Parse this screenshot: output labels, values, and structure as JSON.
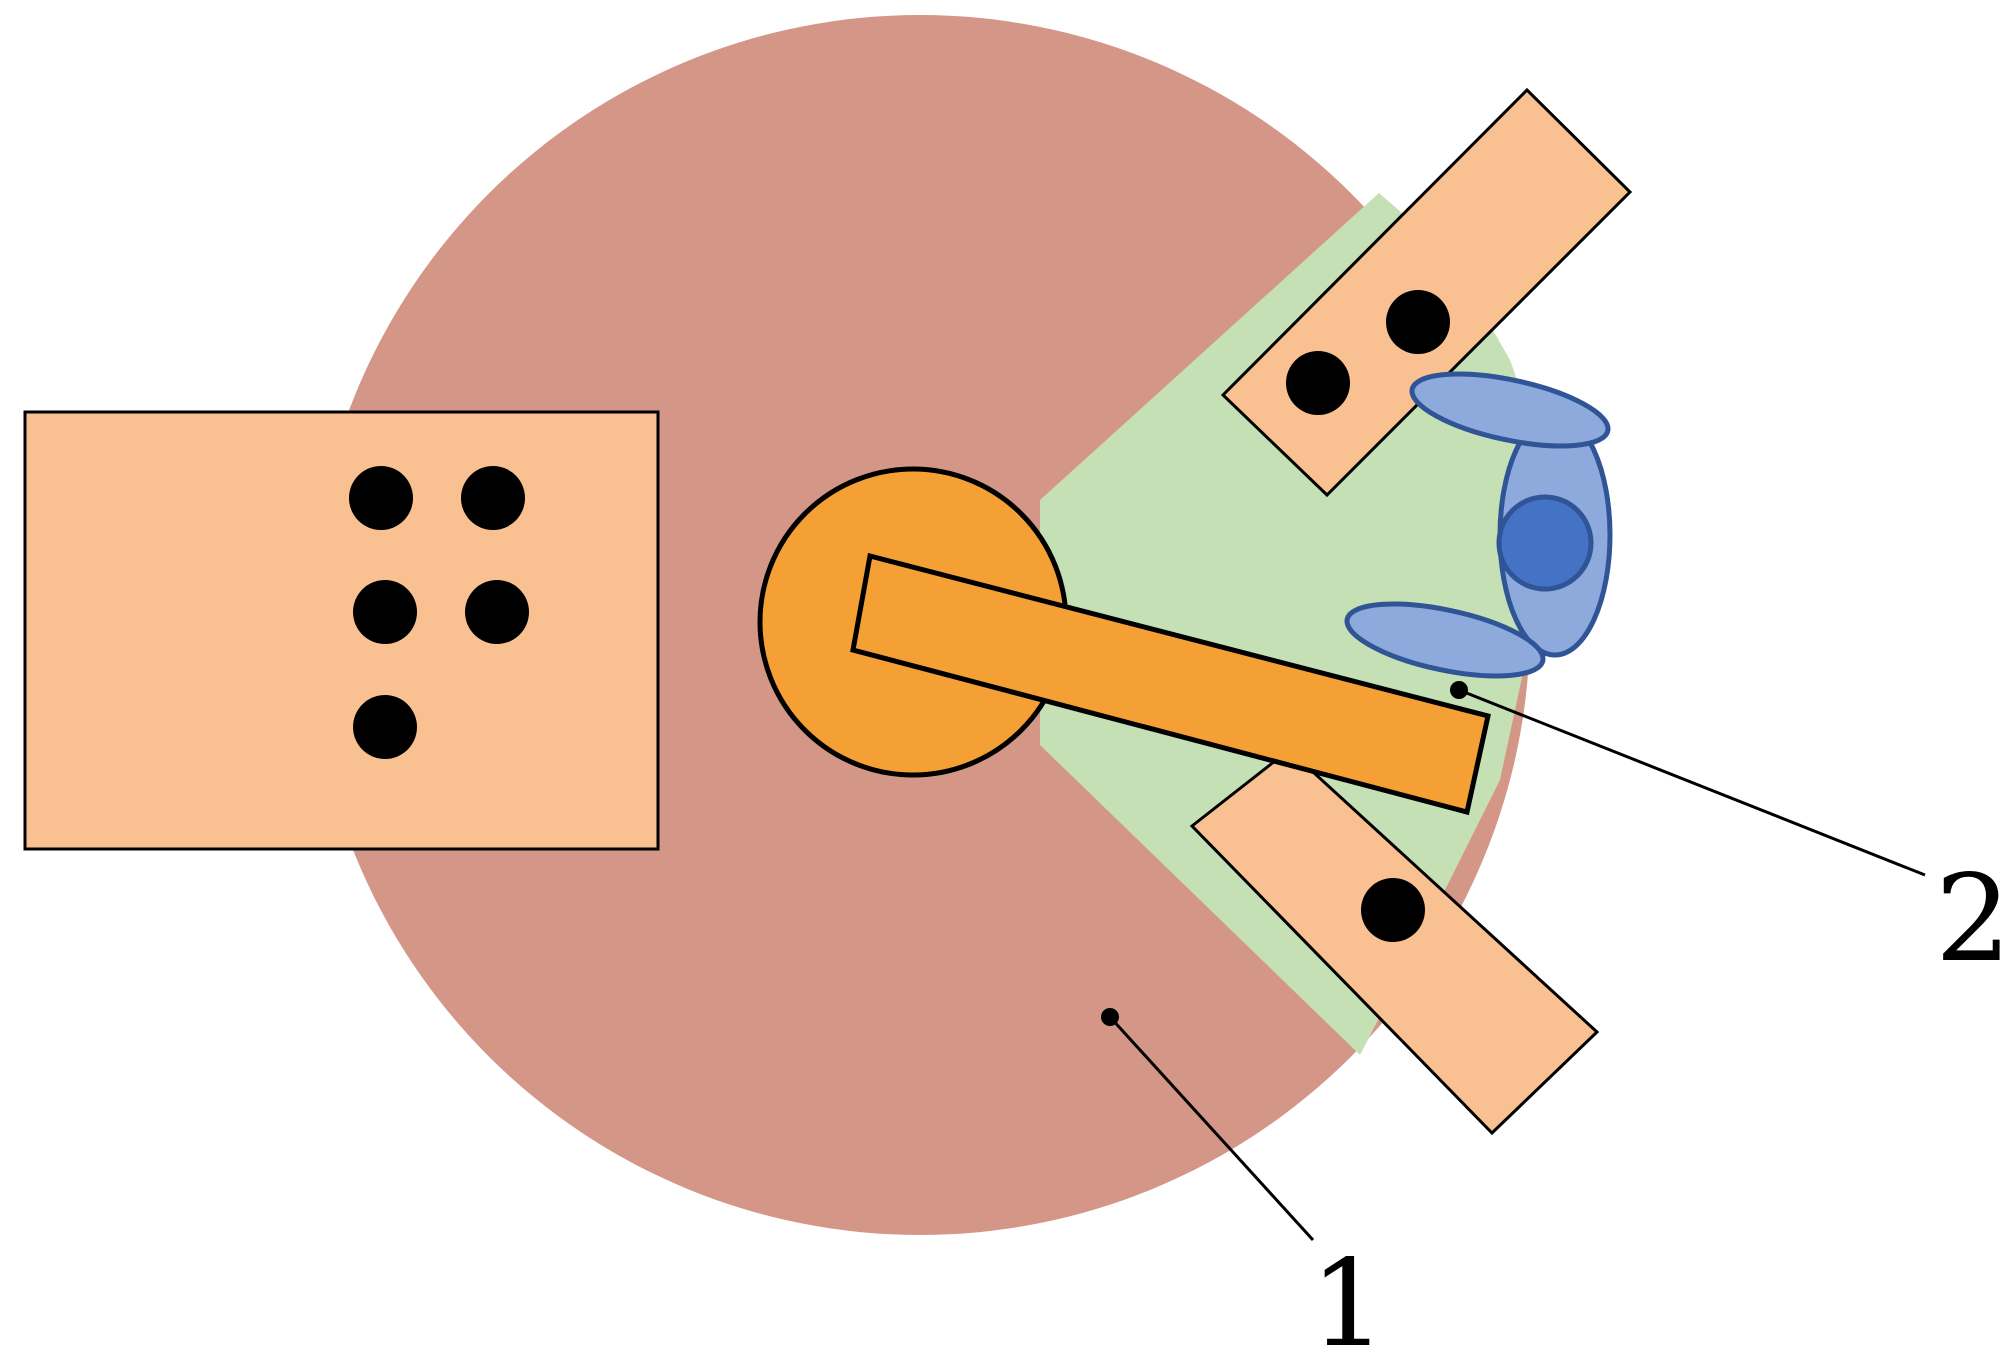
{
  "diagram": {
    "labels": {
      "zone_1": "1",
      "zone_2": "2"
    },
    "colors": {
      "background": "#ffffff",
      "danger_zone": "#d49686",
      "safe_zone": "#c5e0b4",
      "station": "#f9c192",
      "robot": "#f4a035",
      "outline": "#000000",
      "operator_light": "#8ea9db",
      "operator_dark": "#4472c4",
      "operator_outline": "#2f5597"
    },
    "icons": {
      "robot_base": "circle",
      "robot_arm": "rectangle",
      "operator": "person-top-view",
      "part": "dot"
    }
  }
}
